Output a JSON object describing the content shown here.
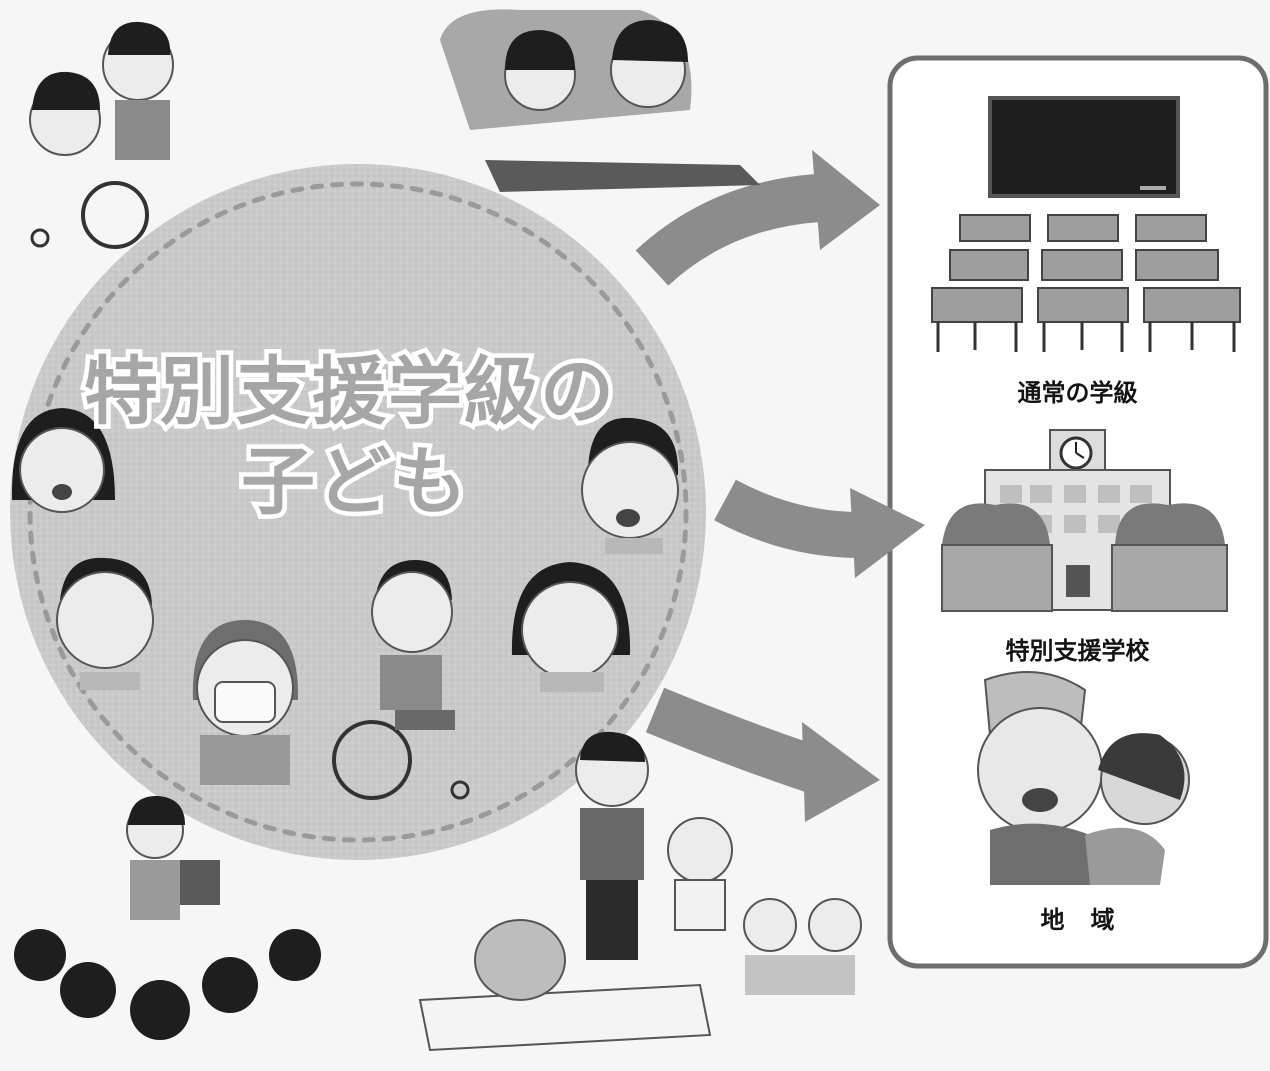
{
  "center": {
    "title_line1": "特別支援学級の",
    "title_line2": "子ども"
  },
  "destinations": [
    {
      "label": "通常の学級",
      "icon": "classroom-icon"
    },
    {
      "label": "特別支援学校",
      "icon": "school-building-icon"
    },
    {
      "label": "地域",
      "icon": "community-elders-icon"
    }
  ],
  "colors": {
    "background": "#f6f6f6",
    "circle_fill": "#c9c9c9",
    "arrow": "#8c8c8c",
    "panel_border": "#6e6e6e",
    "panel_fill": "#ffffff"
  }
}
